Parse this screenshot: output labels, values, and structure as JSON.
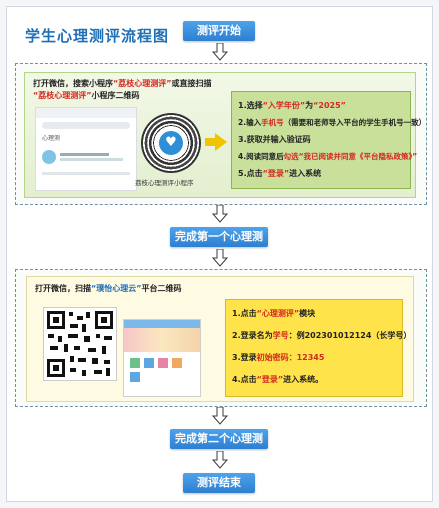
{
  "page_title": "学生心理测评流程图",
  "steps": {
    "start": "测评开始",
    "first_done": "完成第一个心理测评",
    "second_done": "完成第二个心理测评",
    "end": "测评结束"
  },
  "section1": {
    "intro_line1_a": "打开微信，搜索小程序",
    "intro_line1_b": "“荔枝心理测评”",
    "intro_line1_c": "或直接扫描",
    "intro_line2_a": "“荔枝心理测评”",
    "intro_line2_b": "小程序二维码",
    "qr_caption": "荔枝心理测评小程序",
    "phone_label": "心理测",
    "step1_a": "1.选择",
    "step1_b": "“入学年份”",
    "step1_c": "为",
    "step1_d": "“2025”",
    "step2_a": "2.输入",
    "step2_b": "手机号",
    "step2_c": "（需要和老师导入平台的学生手机号一致）",
    "step3": "3.获取并输入验证码",
    "step4_a": "4.阅读同意后",
    "step4_b": "勾选",
    "step4_c": "“我已阅读并同意《平台隐私政策》”",
    "step5_a": "5.点击",
    "step5_b": "“登录”",
    "step5_c": "进入系统"
  },
  "section2": {
    "intro_a": "打开微信，扫描",
    "intro_b": "“璞怡心理云”",
    "intro_c": "平台二维码",
    "step1_a": "1.点击",
    "step1_b": "“心理测评”",
    "step1_c": "模块",
    "step2_a": "2.登录名为",
    "step2_b": "学号",
    "step2_c": "：例202301012124（长学号）",
    "step3_a": "3.登录",
    "step3_b": "初始密码",
    "step3_c": "：12345",
    "step4_a": "4.点击",
    "step4_b": "“登录”",
    "step4_c": "进入系统。"
  },
  "colors": {
    "accent_blue": "#2d7fd1",
    "highlight_red": "#d4291f",
    "green_box": "#c9e09a",
    "yellow_box": "#ffe34a"
  }
}
